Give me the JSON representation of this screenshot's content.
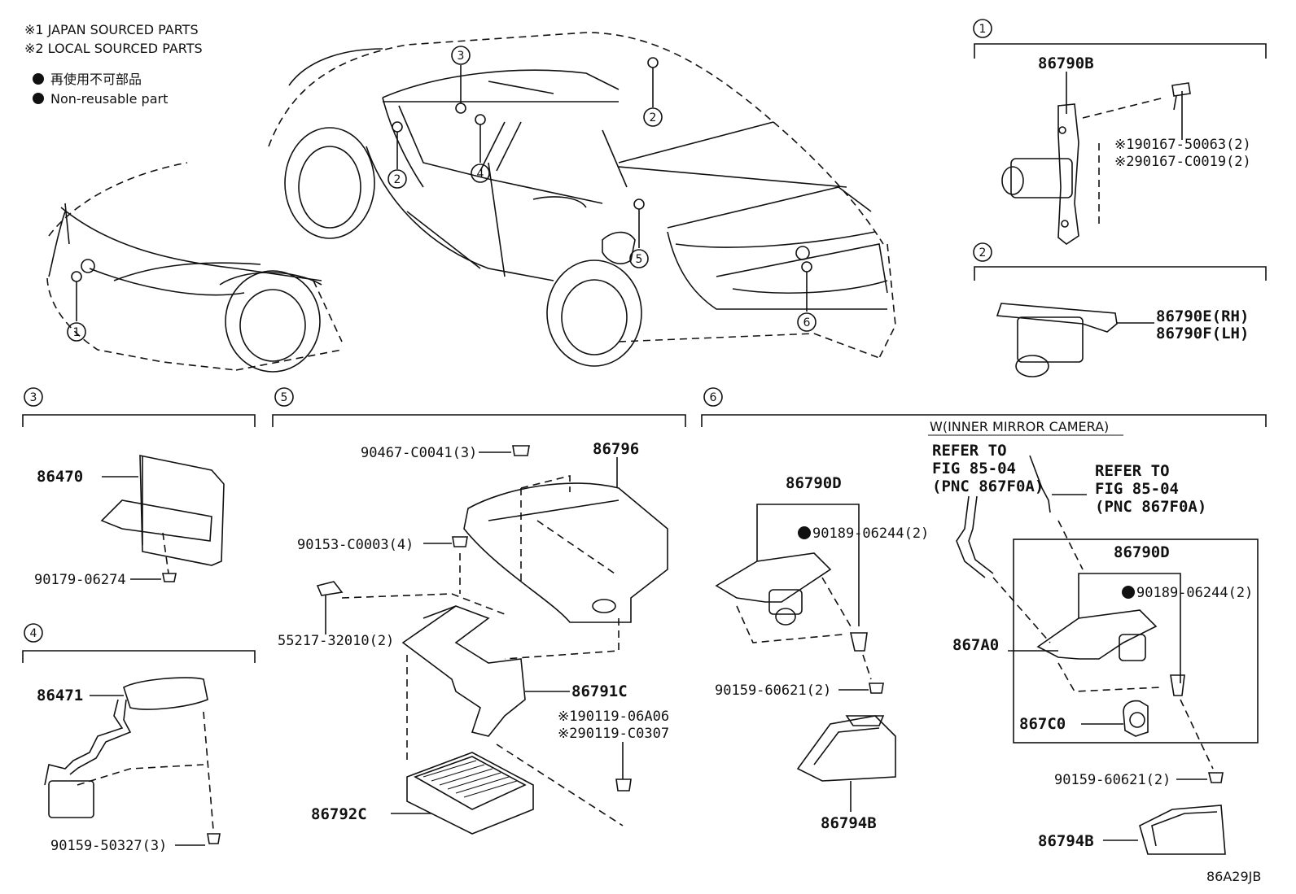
{
  "legend": {
    "note1": "※1 JAPAN SOURCED PARTS",
    "note2": "※2 LOCAL SOURCED PARTS",
    "nonreusable_jp": "再使用不可部品",
    "nonreusable_en": "Non-reusable part"
  },
  "callouts": {
    "1": "1",
    "2": "2",
    "3": "3",
    "4": "4",
    "5": "5",
    "6": "6"
  },
  "sections": {
    "s1": {
      "label": "1",
      "part": "86790B",
      "note1": "※190167-50063(2)",
      "note2": "※290167-C0019(2)"
    },
    "s2": {
      "label": "2",
      "part_rh": "86790E(RH)",
      "part_lh": "86790F(LH)"
    },
    "s3": {
      "label": "3",
      "part": "86470",
      "fastener": "90179-06274"
    },
    "s4": {
      "label": "4",
      "part": "86471",
      "fastener": "90159-50327(3)"
    },
    "s5": {
      "label": "5",
      "clip": "90467-C0041(3)",
      "cover": "86796",
      "screw": "90153-C0003(4)",
      "clip2": "55217-32010(2)",
      "bracket": "86791C",
      "bolt_note1": "※190119-06A06",
      "bolt_note2": "※290119-C0307",
      "ecu": "86792C"
    },
    "s6": {
      "label": "6",
      "header": "W(INNER MIRROR CAMERA)",
      "left": {
        "part": "86790D",
        "clip": "90189-06244(2)",
        "screw": "90159-60621(2)",
        "cover": "86794B"
      },
      "ref_left": {
        "line1": "REFER TO",
        "line2": "FIG 85-04",
        "line3": "(PNC 867F0A)"
      },
      "ref_right": {
        "line1": "REFER TO",
        "line2": "FIG 85-04",
        "line3": "(PNC 867F0A)"
      },
      "right": {
        "part": "86790D",
        "clip": "90189-06244(2)",
        "bracket": "867A0",
        "camera": "867C0",
        "screw": "90159-60621(2)",
        "cover": "86794B"
      }
    }
  },
  "figure_id": "86A29JB"
}
